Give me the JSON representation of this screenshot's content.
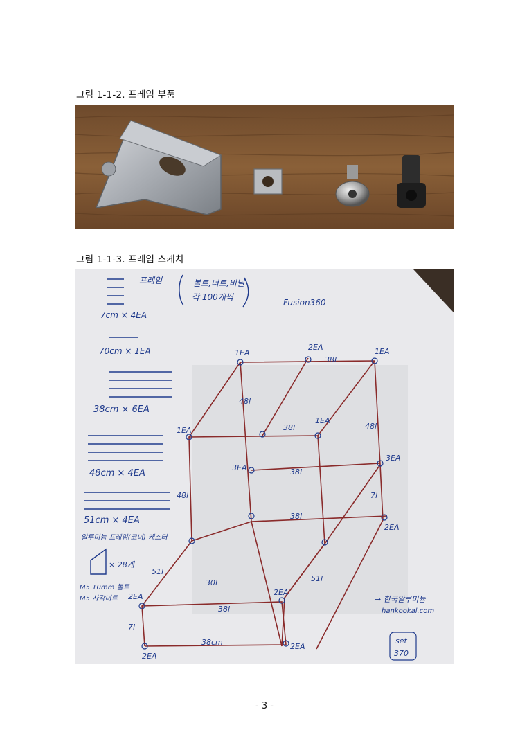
{
  "figures": [
    {
      "caption": "그림 1-1-2. 프레임 부품"
    },
    {
      "caption": "그림 1-1-3. 프레임 스케치"
    }
  ],
  "sketch_notes": {
    "frame": "프레임",
    "bolt_note_1": "볼트,너트,비닐",
    "bolt_note_2": "각 100개씩",
    "fusion": "Fusion360",
    "len_7": "7cm × 4EA",
    "len_70": "70cm × 1EA",
    "len_38": "38cm × 6EA",
    "len_48": "48cm × 4EA",
    "len_51": "51cm × 4EA",
    "bracket": "알루미늄 프레임(코너) 캐스터",
    "bracket_qty": "× 28개",
    "m5_1": "M5 10mm 볼트",
    "m5_2": "M5 사각너트",
    "shop_1": "→ 한국알루미늄",
    "shop_2": "hankookal.com",
    "set_1": "set",
    "set_2": "370",
    "ea1": "1EA",
    "ea2": "2EA",
    "ea3": "3EA",
    "l38": "38l",
    "l48": "48l",
    "l51": "51l",
    "l7": "7l",
    "l30": "30l",
    "cm38": "38cm"
  },
  "page_number": "- 3 -",
  "colors": {
    "ink_blue": "#1f3a8c",
    "ink_red": "#8a2b2b",
    "wood": "#7a5232"
  }
}
